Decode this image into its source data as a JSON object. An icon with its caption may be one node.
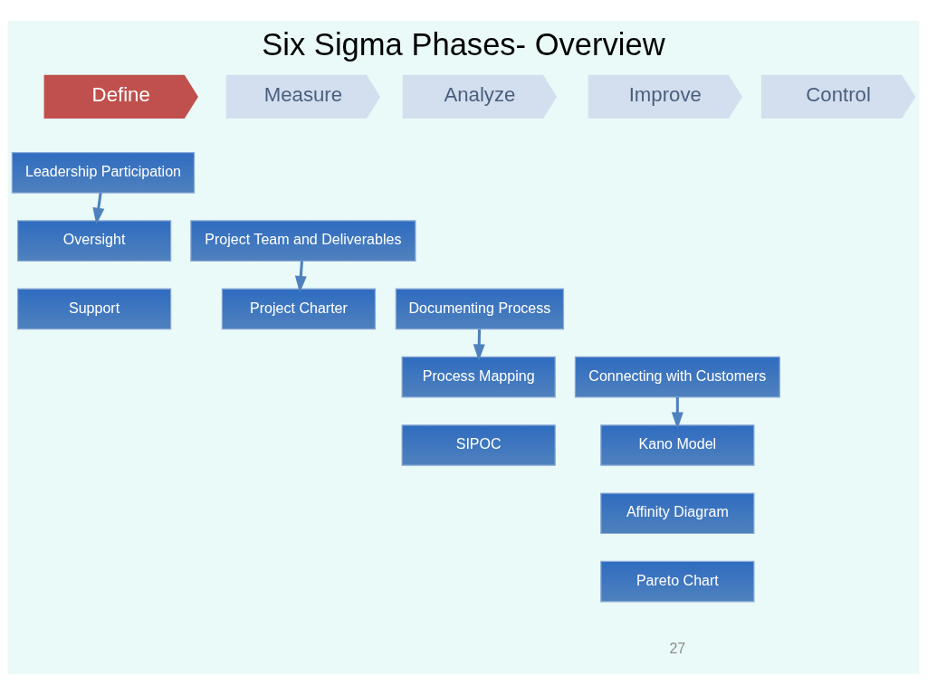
{
  "diagram": {
    "title": "Six Sigma Phases- Overview",
    "nodes": [
      {
        "text": [
          "Define"
        ]
      },
      {
        "text": [
          "Measure"
        ]
      },
      {
        "text": [
          "Analyze"
        ]
      },
      {
        "text": [
          "Improve"
        ]
      },
      {
        "text": [
          "Control"
        ]
      },
      {
        "text": [
          "Leadership Participation"
        ]
      },
      {
        "text": [
          "Oversight"
        ]
      },
      {
        "text": [
          "Support"
        ]
      },
      {
        "text": [
          "Project Team and Deliverables"
        ]
      },
      {
        "text": [
          "Project Charter"
        ]
      },
      {
        "text": [
          "Documenting Process"
        ]
      },
      {
        "text": [
          "Process Mapping"
        ]
      },
      {
        "text": [
          "SIPOC"
        ]
      },
      {
        "text": [
          "Connecting with Customers"
        ]
      },
      {
        "text": [
          "Kano Model"
        ]
      },
      {
        "text": [
          "Affinity Diagram"
        ]
      },
      {
        "text": [
          "Pareto Chart"
        ]
      }
    ],
    "edges": [
      {
        "from": 5,
        "to": 6,
        "arrow": "to"
      },
      {
        "from": 8,
        "to": 9,
        "arrow": "to"
      },
      {
        "from": 10,
        "to": 11,
        "arrow": "to"
      },
      {
        "from": 13,
        "to": 14,
        "arrow": "to"
      }
    ],
    "labels": [
      "27"
    ]
  }
}
